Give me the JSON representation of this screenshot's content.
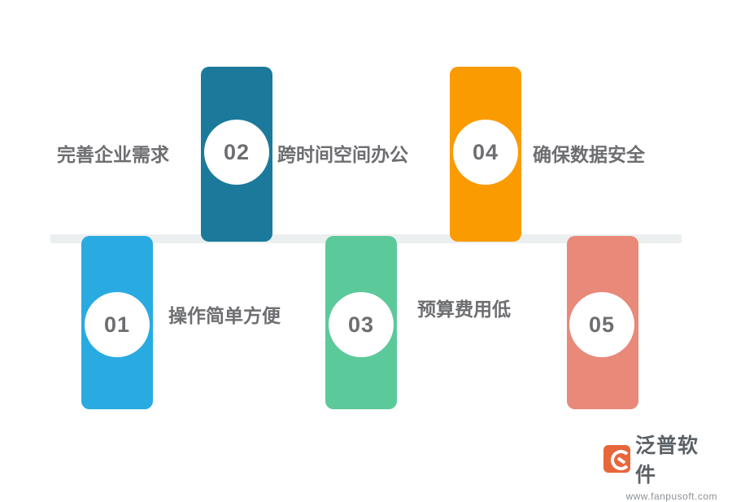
{
  "diagram": {
    "title": "",
    "baseline_color": "#eceff0",
    "text_color": "#6d6e71",
    "items": [
      {
        "number": "01",
        "label": "操作简单方便",
        "color": "#29ABE2",
        "direction": "down"
      },
      {
        "number": "02",
        "label": "完善企业需求",
        "color": "#1B7A9B",
        "direction": "up"
      },
      {
        "number": "03",
        "label": "跨时间空间办公",
        "color": "#5CC99A",
        "direction": "down"
      },
      {
        "number": "04",
        "label": "确保数据安全",
        "color": "#FB9B02",
        "direction": "up"
      },
      {
        "number": "05",
        "label": "预算费用低",
        "color": "#E8897A",
        "direction": "down"
      }
    ]
  },
  "watermark": {
    "brand": "泛普软件",
    "url": "www.fanpusoft.com",
    "mark_color": "#e8663b"
  }
}
